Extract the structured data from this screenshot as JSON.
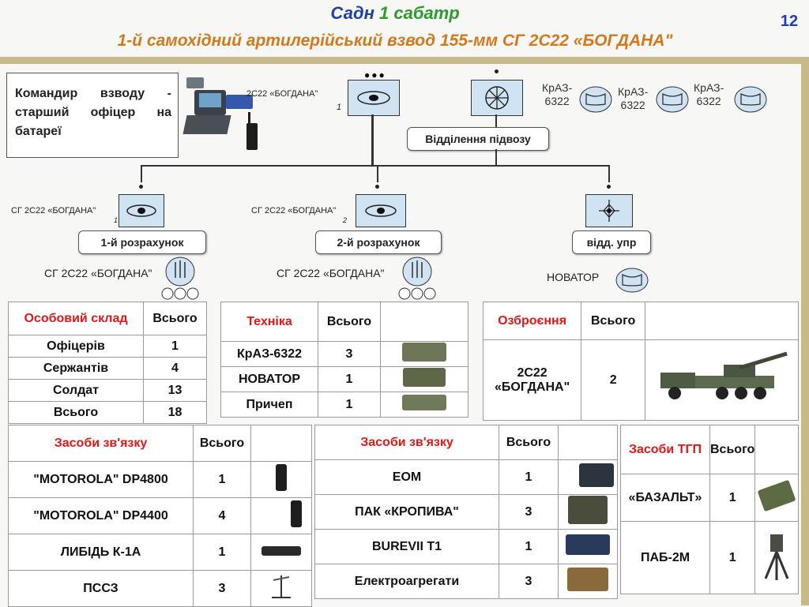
{
  "header": {
    "title_part1": "Садн",
    "title_part2": "1 сабатр",
    "subtitle": "1-й самохідний артилерійський взвод 155-мм СГ 2С22 «БОГДАНА\"",
    "page_number": "12"
  },
  "org": {
    "commander": "Командир взводу - старший офіцер на батареї",
    "top_gun_label": "2С22 «БОГДАНА\"",
    "top_gun_index": "1",
    "supply_unit": "Відділення підвозу",
    "kraz_label": "КрАЗ-6322",
    "kraz_line1": "КрАЗ-",
    "kraz_line2": "6322",
    "crew1": "1-й розрахунок",
    "crew2": "2-й розрахунок",
    "control": "відд. упр",
    "sg_label": "СГ 2С22 «БОГДАНА\"",
    "sg_index1": "1",
    "sg_index2": "2",
    "vehicle_label": "СГ 2С22 «БОГДАНА\"",
    "novator": "НОВАТОР"
  },
  "personnel": {
    "header": [
      "Особовий склад",
      "Всього"
    ],
    "rows": [
      [
        "Офіцерів",
        "1"
      ],
      [
        "Сержантів",
        "4"
      ],
      [
        "Солдат",
        "13"
      ],
      [
        "Всього",
        "18"
      ]
    ]
  },
  "equipment": {
    "header": [
      "Техніка",
      "Всього"
    ],
    "rows": [
      [
        "КрАЗ-6322",
        "3"
      ],
      [
        "НОВАТОР",
        "1"
      ],
      [
        "Причеп",
        "1"
      ]
    ]
  },
  "armament": {
    "header": [
      "Озброєння",
      "Всього"
    ],
    "rows": [
      [
        "2С22 «БОГДАНА\"",
        "2"
      ]
    ]
  },
  "comms1": {
    "header": [
      "Засоби зв'язку",
      "Всього"
    ],
    "rows": [
      [
        "\"MOTOROLA\" DP4800",
        "1"
      ],
      [
        "\"MOTOROLA\" DP4400",
        "4"
      ],
      [
        "ЛИБІДЬ К-1А",
        "1"
      ],
      [
        "ПССЗ",
        "3"
      ]
    ]
  },
  "comms2": {
    "header": [
      "Засоби зв'язку",
      "Всього"
    ],
    "rows": [
      [
        "ЕОМ",
        "1"
      ],
      [
        "ПАК «КРОПИВА\"",
        "3"
      ],
      [
        "BUREVII T1",
        "1"
      ],
      [
        "Електроагрегати",
        "3"
      ]
    ]
  },
  "tgp": {
    "header": [
      "Засоби ТГП",
      "Всього"
    ],
    "rows": [
      [
        "«БАЗАЛЬТ»",
        "1"
      ],
      [
        "ПАБ-2М",
        "1"
      ]
    ]
  }
}
